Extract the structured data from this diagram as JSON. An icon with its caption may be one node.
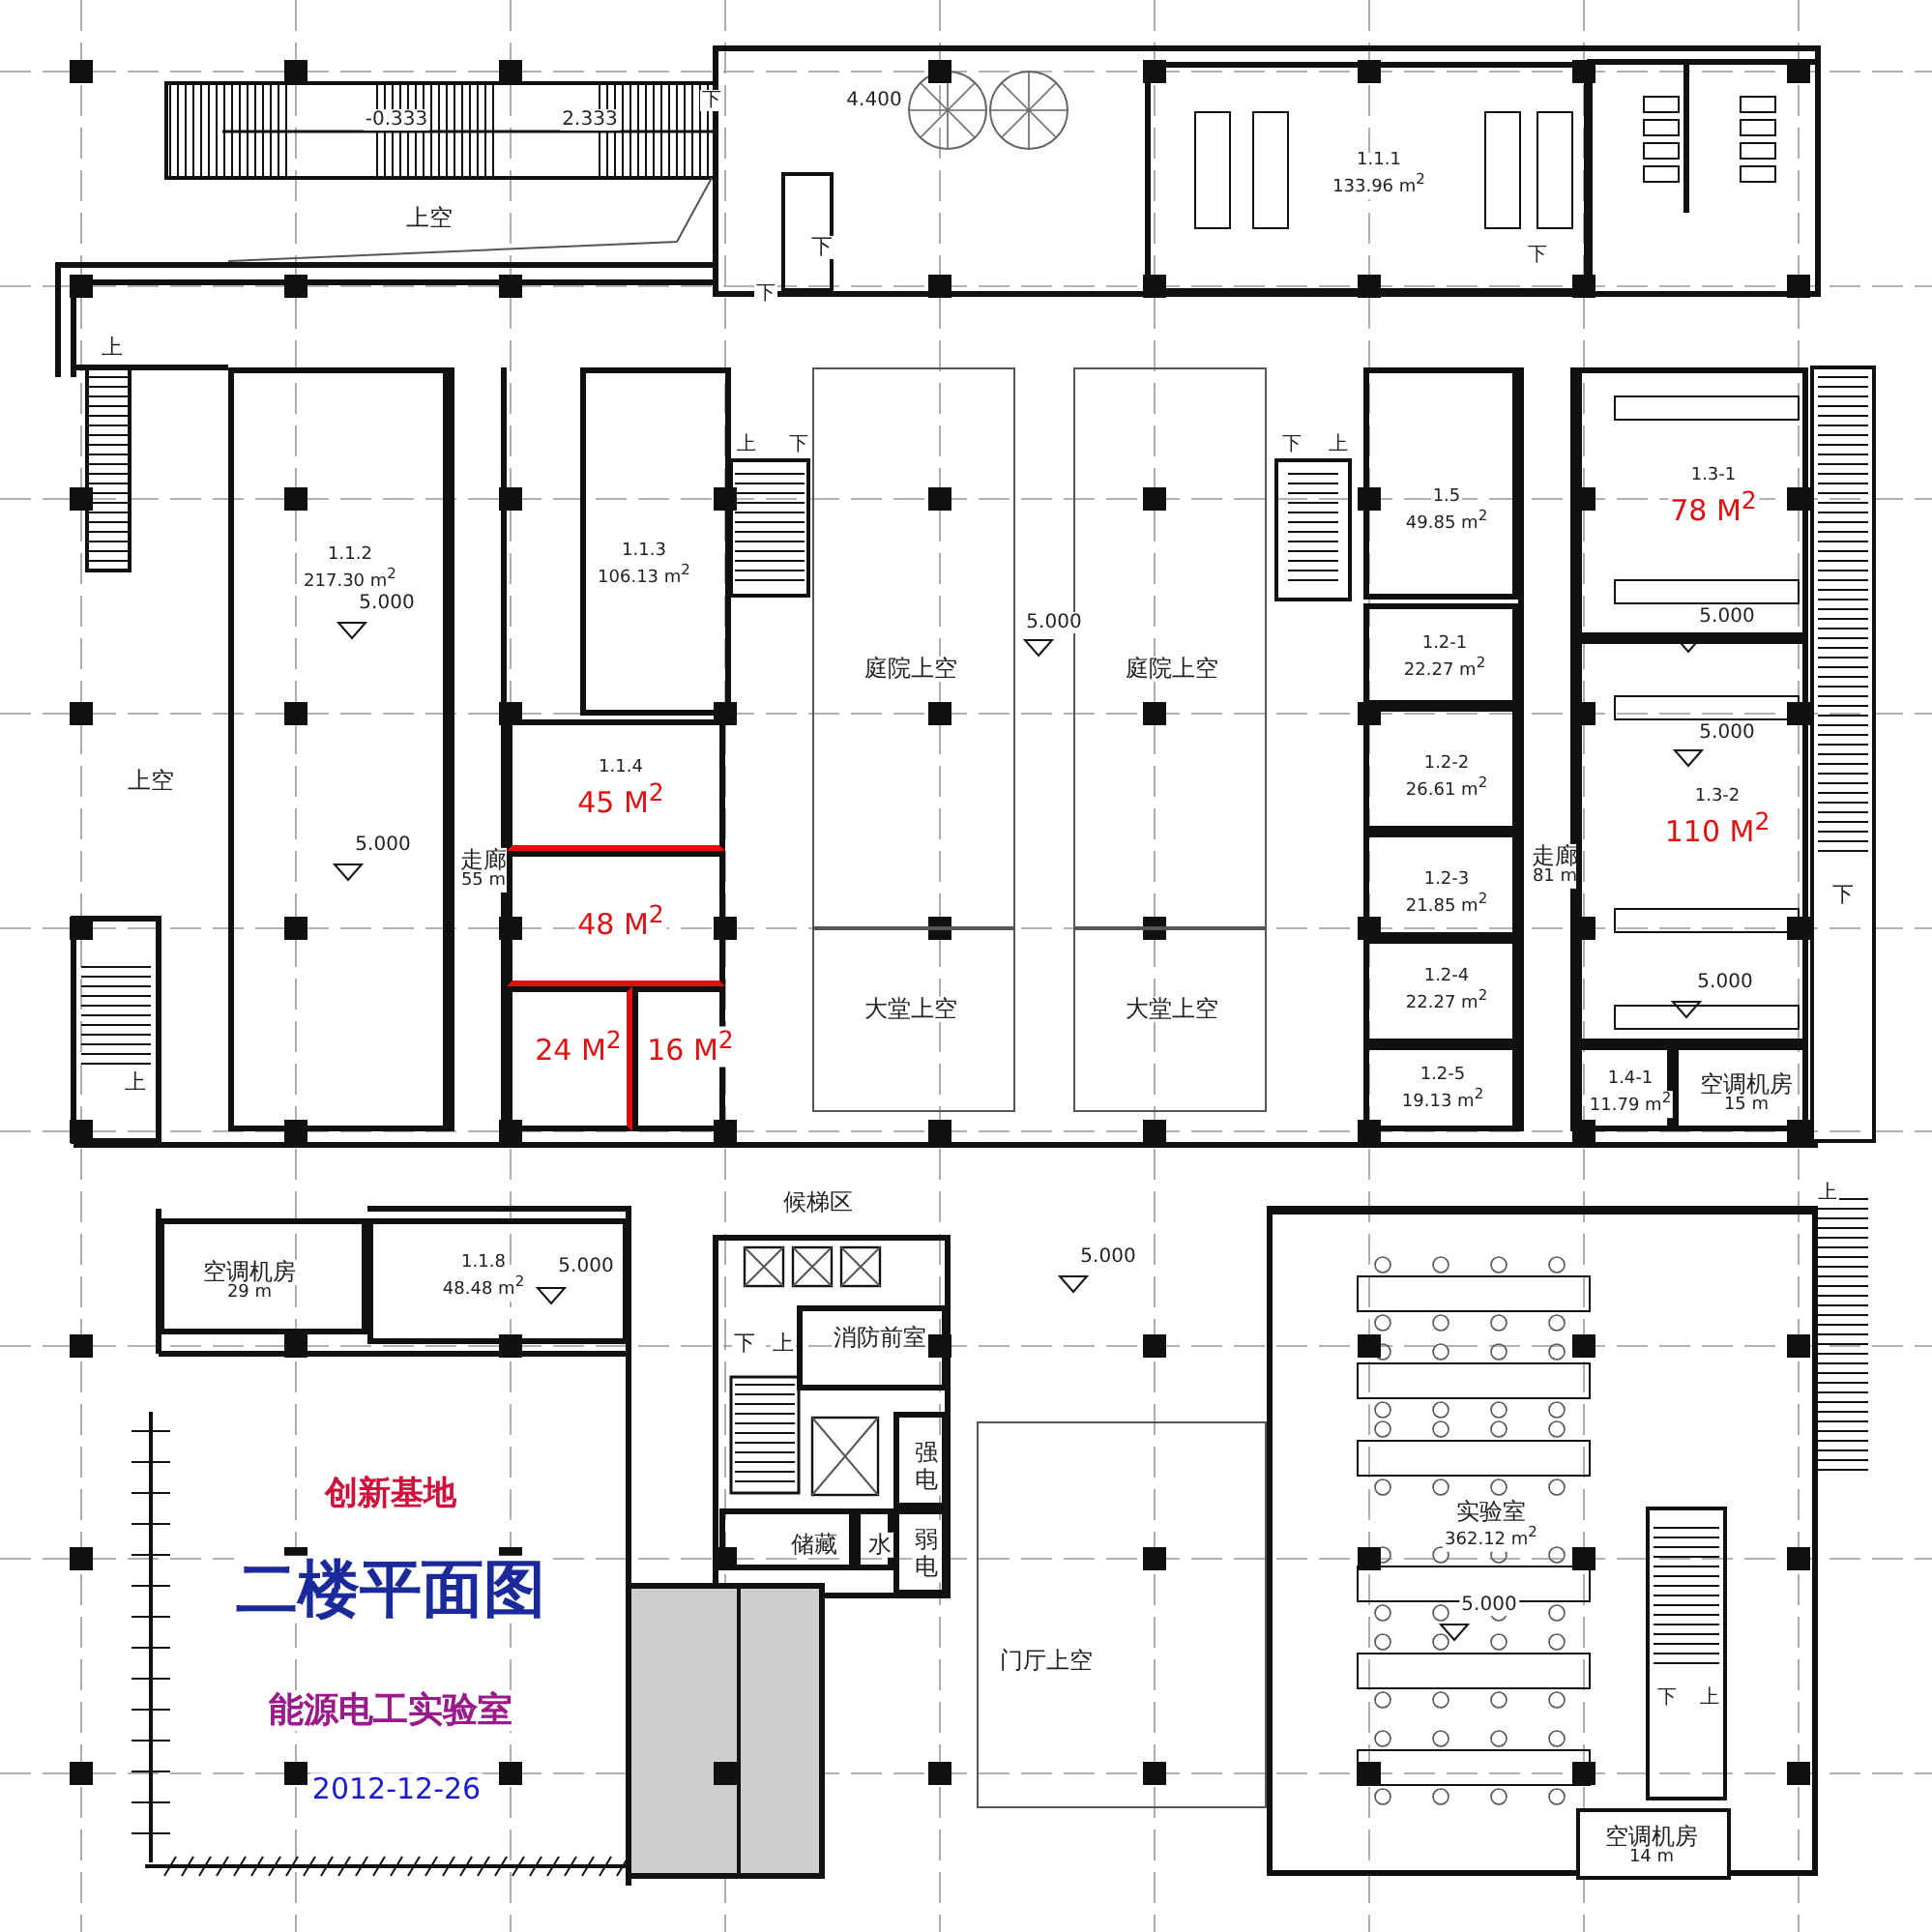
{
  "diagram": {
    "title": "二楼平面图",
    "nodes": [
      {
        "text": [
          "1.1.1",
          "133.96 m$^{2}$"
        ]
      },
      {
        "text": [
          "1.1.2",
          "217.30 m$^{2}$"
        ]
      },
      {
        "text": [
          "1.1.3",
          "106.13 m$^{2}$"
        ]
      },
      {
        "text": [
          "走廊",
          "55 m"
        ]
      },
      {
        "text": [
          "1.1.4",
          "45 M$^{2}$"
        ]
      },
      {
        "text": [
          "48 M$^{2}$"
        ]
      },
      {
        "text": [
          "24 M$^{2}$"
        ]
      },
      {
        "text": [
          "16 M$^{2}$"
        ]
      },
      {
        "text": [
          "庭院上空"
        ]
      },
      {
        "text": [
          "庭院上空"
        ]
      },
      {
        "text": [
          "大堂上空"
        ]
      },
      {
        "text": [
          "大堂上空"
        ]
      },
      {
        "text": [
          "1.5",
          "49.85 m$^{2}$"
        ]
      },
      {
        "text": [
          "1.2-1",
          "22.27 m$^{2}$"
        ]
      },
      {
        "text": [
          "1.2-2",
          "26.61 m$^{2}$"
        ]
      },
      {
        "text": [
          "1.2-3",
          "21.85 m$^{2}$"
        ]
      },
      {
        "text": [
          "1.2-4",
          "22.27 m$^{2}$"
        ]
      },
      {
        "text": [
          "1.2-5",
          "19.13 m$^{2}$"
        ]
      },
      {
        "text": [
          "走廊",
          "81 m"
        ]
      },
      {
        "text": [
          "1.3-1",
          "78 M$^{2}$"
        ]
      },
      {
        "text": [
          "1.3-2",
          "110 M$^{2}$"
        ]
      },
      {
        "text": [
          "1.4-1",
          "11.79 m$^{2}$"
        ]
      },
      {
        "text": [
          "空调机房",
          "15 m"
        ]
      },
      {
        "text": [
          "空调机房",
          "29 m"
        ]
      },
      {
        "text": [
          "1.1.8",
          "48.48 m$^{2}$"
        ]
      },
      {
        "text": [
          "消防前室"
        ]
      },
      {
        "text": [
          "强电"
        ]
      },
      {
        "text": [
          "储藏"
        ]
      },
      {
        "text": [
          "水"
        ]
      },
      {
        "text": [
          "弱电"
        ]
      },
      {
        "text": [
          "门厅上空"
        ]
      },
      {
        "text": [
          "实验室",
          "362.12 m$^{2}$"
        ]
      },
      {
        "text": [
          "空调机房",
          "14 m"
        ],
        "in": 31
      }
    ],
    "labels": [
      "下",
      "4.400",
      "-0.333",
      "2.333",
      "上空",
      "下",
      "下",
      "下",
      "上",
      "上",
      "下",
      "下",
      "上",
      "5.000",
      "5.000",
      "5.000",
      "5.000",
      "上空",
      "5.000",
      "下",
      "5.000",
      "上",
      "上",
      "候梯区",
      "5.000",
      "5.000",
      "下",
      "上",
      "创新基地",
      "能源电工实验室",
      "5.000",
      "下",
      "上",
      "2012-12-26"
    ]
  }
}
